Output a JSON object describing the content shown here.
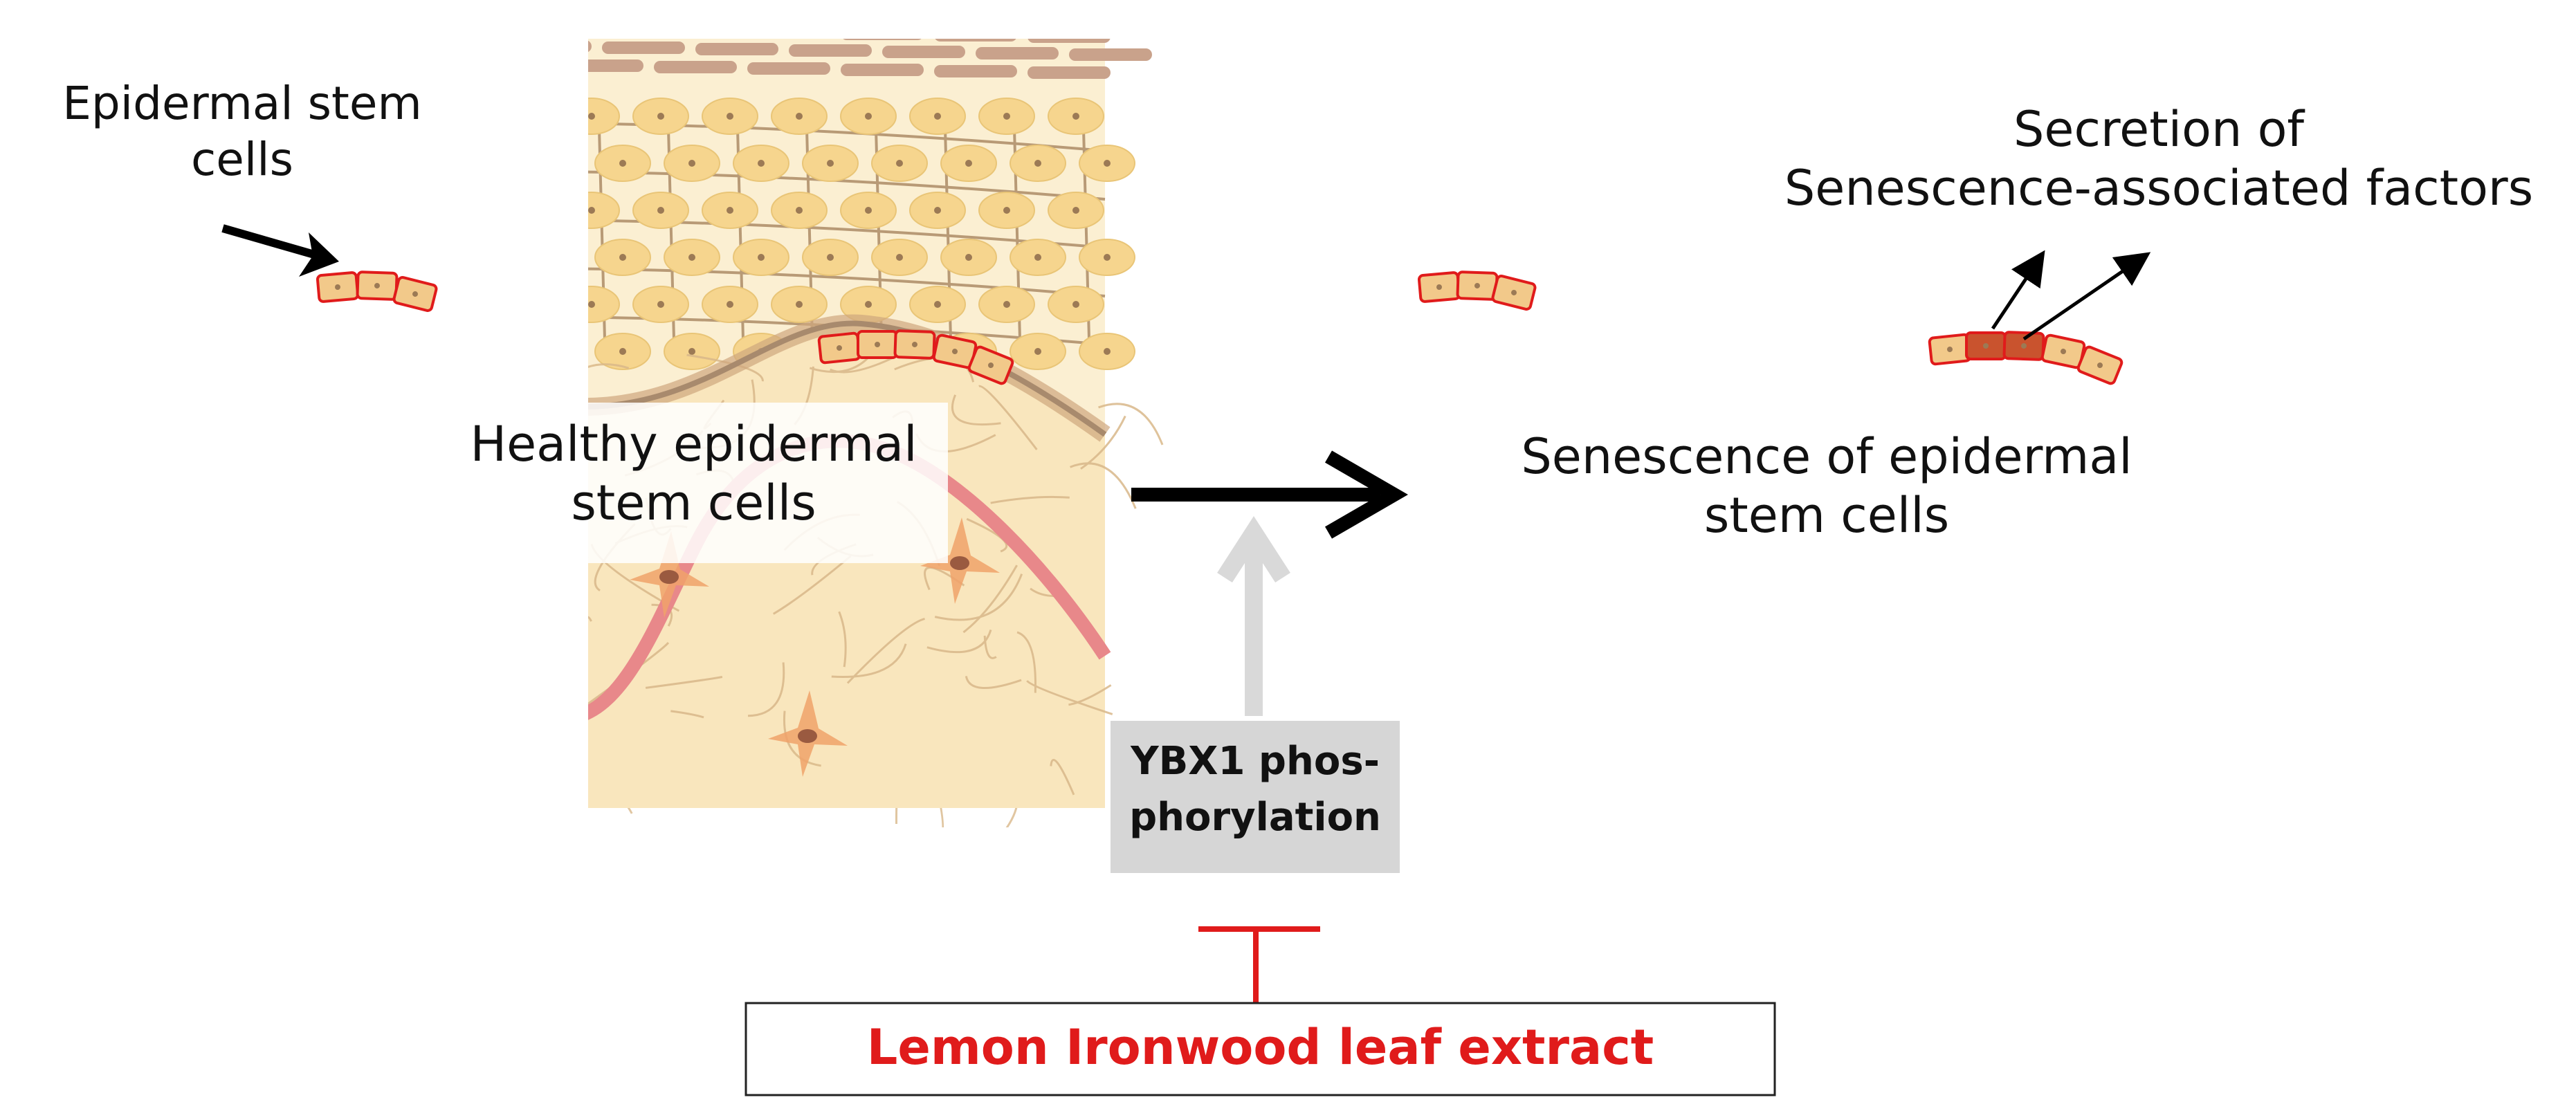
{
  "left_panel": {
    "stem_cells_callout": {
      "line1": "Epidermal stem",
      "line2": "cells"
    },
    "healthy_label": {
      "line1": "Healthy epidermal",
      "line2": "stem cells"
    }
  },
  "right_panel": {
    "secretion_label": {
      "line1": "Secretion of",
      "line2": "Senescence-associated factors"
    },
    "senescence_label": {
      "line1": "Senescence of epidermal",
      "line2": "stem cells"
    }
  },
  "process_box": {
    "line1": "YBX1 phos-",
    "line2": "phorylation"
  },
  "inhibitor_box": {
    "label": "Lemon Ironwood leaf extract"
  },
  "colors": {
    "skin_background": "#f9e6bd",
    "cell_fill": "#f6d58e",
    "stratum_corneum": "#c9a28b",
    "vessel": "#e8888a",
    "fibroblast": "#f0a26a",
    "stem_cell_outline": "#e01b1b",
    "inhibitor_red": "#e01b1b",
    "process_box_fill": "#d6d6d6",
    "flow_arrow": "#000000"
  }
}
